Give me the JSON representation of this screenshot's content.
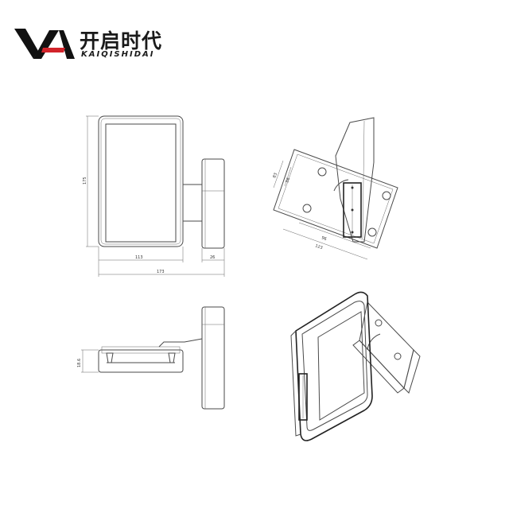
{
  "brand": {
    "name_cn": "开启时代",
    "name_en": "KAIQISHIDAI",
    "logo_colors": {
      "dark": "#111111",
      "accent": "#d2232a"
    }
  },
  "drawing": {
    "front_view": {
      "height_label": "175",
      "screen_width_label": "113",
      "depth_label": "26",
      "total_width_label": "173"
    },
    "mount_view": {
      "label_a": "83",
      "label_b": "56",
      "label_c": "96",
      "label_d": "123"
    },
    "bottom_view": {
      "thickness_label": "18.6"
    }
  }
}
